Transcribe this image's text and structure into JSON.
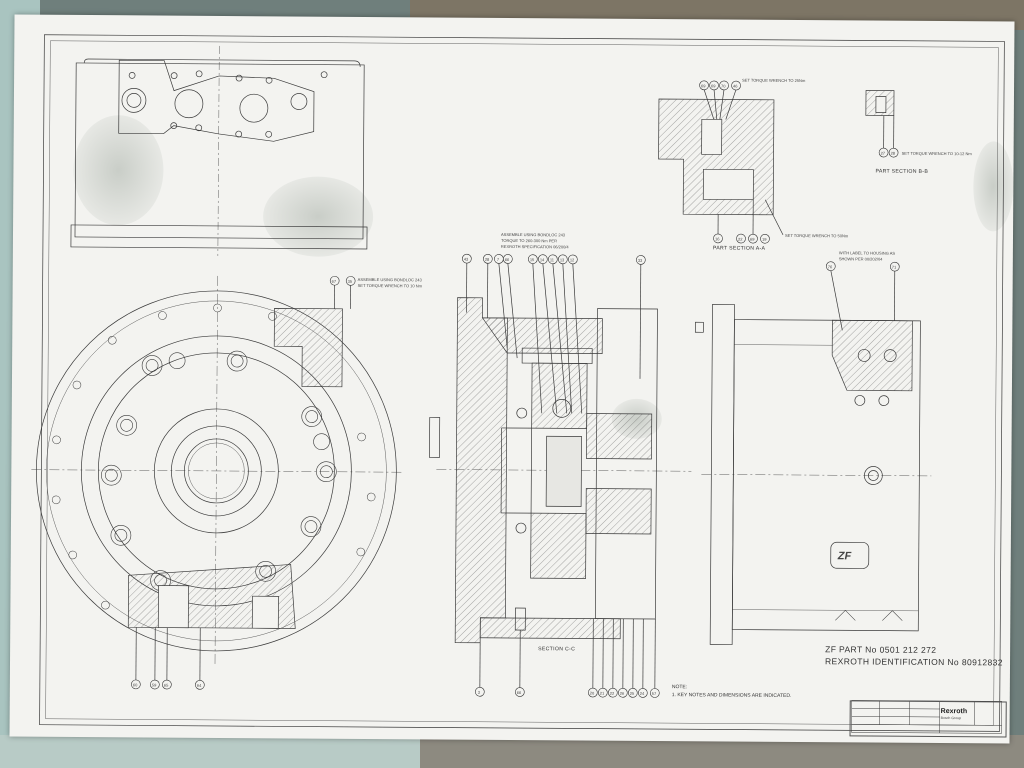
{
  "document": {
    "part_number": "ZF PART No 0501 212 272",
    "rexroth_identification": "REXROTH IDENTIFICATION No 80912832",
    "note_heading": "NOTE:",
    "note_text": "1. KEY NOTES AND DIMENSIONS ARE INDICATED.",
    "section_cc": "SECTION C-C",
    "section_aa": "PART SECTION A-A",
    "section_bb": "PART SECTION B-B",
    "torque_top": "SET TORQUE WRENCH TO 25Nm",
    "torque_aa": "SET TORQUE WRENCH TO 50Nm",
    "torque_bb": "SET TORQUE WRENCH TO 10-12 Nm",
    "torque_front": "SET TORQUE WRENCH TO 10 Nm",
    "assemble_front": "ASSEMBLE USING BONDLOC 243",
    "assemble_section_1": "ASSEMBLE USING BONDLOC 243",
    "assemble_section_2": "TORQUE TO 260-300 Nm PER",
    "assemble_section_3": "REXROTH SPECIFICATION 06/200/4",
    "label_right_1": "WITH LABEL TO HOUSING AS",
    "label_right_2": "SHOWN PER 00/202/04",
    "brand": "Rexroth",
    "brand_sub": "Bosch Group",
    "logo_text": "ZF"
  },
  "balloons": {
    "top_aa": [
      "69",
      "69",
      "70",
      "46"
    ],
    "bottom_aa": [
      "16",
      "22",
      "69",
      "19"
    ],
    "bb": [
      "27",
      "28"
    ],
    "front_top": [
      "67",
      "35"
    ],
    "front_bottom": [
      "60",
      "59",
      "65",
      "64"
    ],
    "section_top": [
      "43",
      "28",
      "7",
      "66",
      "15",
      "14",
      "11",
      "13",
      "12",
      "33"
    ],
    "section_bottom": [
      "3",
      "66",
      "20",
      "21",
      "22",
      "26",
      "25",
      "24",
      "57"
    ],
    "right_top": [
      "76",
      "71"
    ]
  },
  "colors": {
    "paper": "#f3f3f0",
    "ink": "#333333"
  }
}
